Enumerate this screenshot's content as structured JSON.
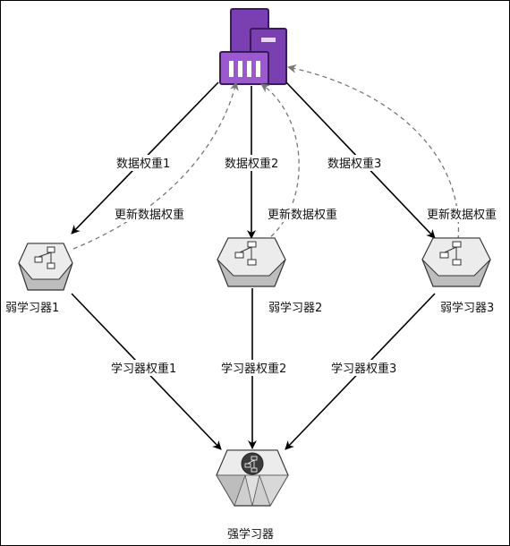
{
  "diagram": {
    "data_weight_labels": [
      "数据权重1",
      "数据权重2",
      "数据权重3"
    ],
    "update_labels": [
      "更新数据权重",
      "更新数据权重",
      "更新数据权重"
    ],
    "weak_learners": [
      "弱学习器1",
      "弱学习器2",
      "弱学习器3"
    ],
    "learner_weight_labels": [
      "学习器权重1",
      "学习器权重2",
      "学习器权重3"
    ],
    "strong_learner": "强学习器",
    "colors": {
      "db_dark": "#5b2a86",
      "db_mid": "#7a3fb0",
      "db_light": "#9b59d0",
      "line": "#000000",
      "dashed": "#777777",
      "node_light": "#e8e8e8",
      "node_dark": "#bdbdbd"
    },
    "icons": {
      "data_source": "database-cluster-icon",
      "weak_learner": "workflow-chip-icon",
      "strong_learner": "workflow-gem-icon"
    }
  }
}
